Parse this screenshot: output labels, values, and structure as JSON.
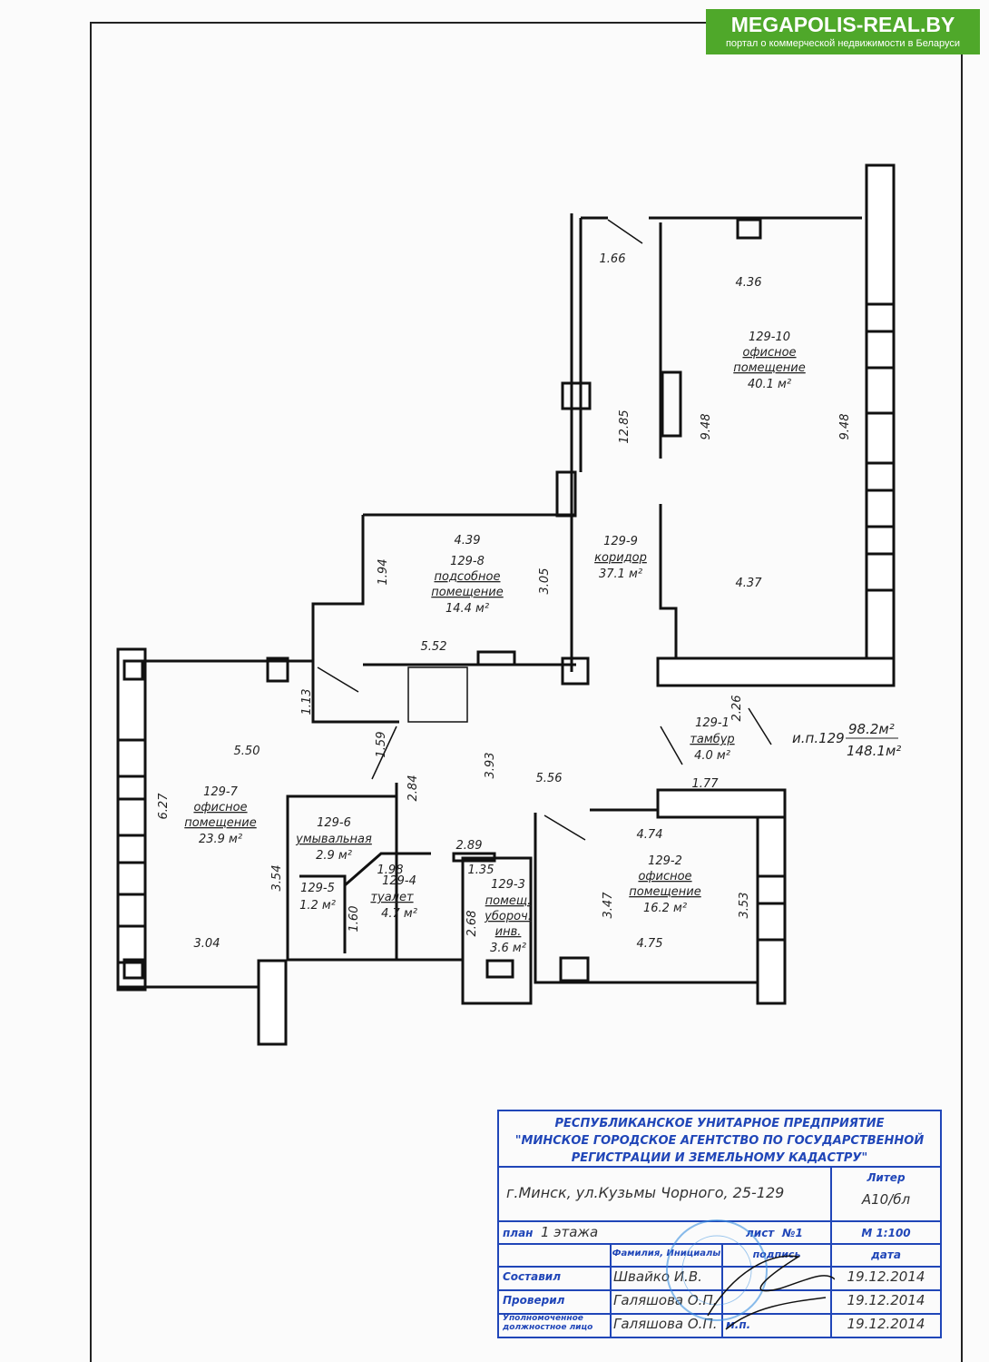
{
  "logo": {
    "title": "MEGAPOLIS-REAL.BY",
    "subtitle": "портал о коммерческой недвижимости в Беларуси"
  },
  "rooms": [
    {
      "id": "129-10",
      "name": [
        "офисное",
        "помещение"
      ],
      "area": "40.1 м²"
    },
    {
      "id": "129-9",
      "name": [
        "коридор"
      ],
      "area": "37.1 м²"
    },
    {
      "id": "129-8",
      "name": [
        "подсобное",
        "помещение"
      ],
      "area": "14.4 м²"
    },
    {
      "id": "129-1",
      "name": [
        "тамбур"
      ],
      "area": "4.0 м²"
    },
    {
      "id": "129-7",
      "name": [
        "офисное",
        "помещение"
      ],
      "area": "23.9 м²"
    },
    {
      "id": "129-6",
      "name": [
        "умывальная"
      ],
      "area": "2.9 м²"
    },
    {
      "id": "129-5",
      "name": [],
      "area": "1.2 м²"
    },
    {
      "id": "129-4",
      "name": [
        "туалет"
      ],
      "area": "4.7 м²"
    },
    {
      "id": "129-3",
      "name": [
        "помещ.",
        "убороч.",
        "инв."
      ],
      "area": "3.6 м²"
    },
    {
      "id": "129-2",
      "name": [
        "офисное",
        "помещение"
      ],
      "area": "16.2 м²"
    }
  ],
  "dimensions": [
    "1.66",
    "4.36",
    "12.85",
    "9.48",
    "9.48",
    "4.39",
    "1.94",
    "3.05",
    "5.52",
    "4.37",
    "1.13",
    "1.59",
    "3.93",
    "5.56",
    "2.26",
    "1.77",
    "5.50",
    "6.27",
    "2.84",
    "4.74",
    "2.89",
    "1.98",
    "1.35",
    "3.54",
    "1.60",
    "2.68",
    "3.47",
    "3.53",
    "4.75",
    "3.04"
  ],
  "summary": {
    "label": "и.п.129",
    "area_main": "98.2м²",
    "area_total": "148.1м²"
  },
  "title_block": {
    "org": [
      "РЕСПУБЛИКАНСКОЕ УНИТАРНОЕ ПРЕДПРИЯТИЕ",
      "\"МИНСКОЕ ГОРОДСКОЕ АГЕНТСТВО ПО ГОСУДАРСТВЕННОЙ",
      "РЕГИСТРАЦИИ И ЗЕМЕЛЬНОМУ КАДАСТРУ\""
    ],
    "address": "г.Минск, ул.Кузьмы Чорного, 25-129",
    "liter_label": "Литер",
    "liter_value": "А10/бл",
    "plan_label": "план",
    "plan_value": "1 этажа",
    "sheet_label": "лист",
    "sheet_value": "№1",
    "scale": "М 1:100",
    "col_name": "Фамилия, Инициалы",
    "col_sign": "подпись",
    "col_date": "дата",
    "rows": [
      {
        "role": "Составил",
        "name": "Швайко И.В.",
        "extra": "",
        "date": "19.12.2014"
      },
      {
        "role": "Проверил",
        "name": "Галяшова О.П.",
        "extra": "",
        "date": "19.12.2014"
      },
      {
        "role": "Уполномоченное должностное лицо",
        "name": "Галяшова О.П.",
        "extra": "м.п.",
        "date": "19.12.2014"
      }
    ]
  }
}
